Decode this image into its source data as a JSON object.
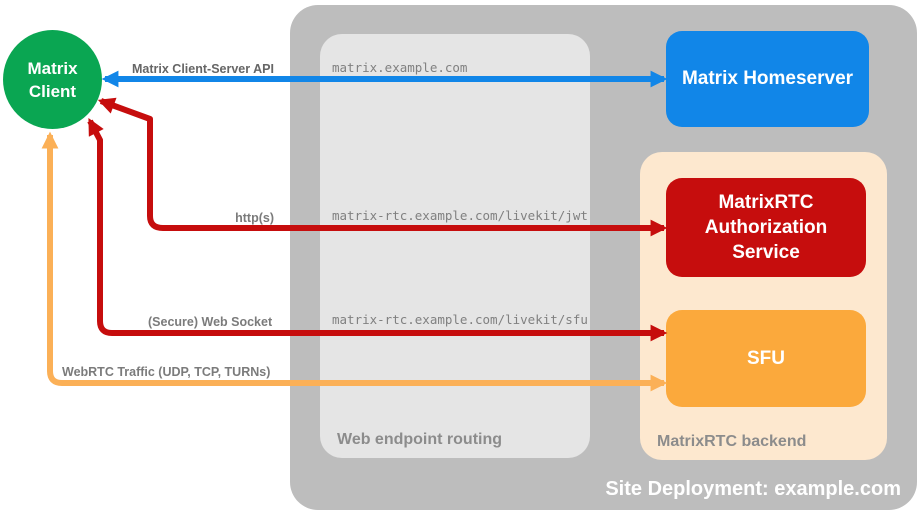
{
  "diagram": {
    "client": {
      "line1": "Matrix",
      "line2": "Client"
    },
    "nodes": {
      "homeserver": "Matrix Homeserver",
      "auth_service": "MatrixRTC Authorization Service",
      "sfu": "SFU"
    },
    "containers": {
      "site_deployment": "Site Deployment: example.com",
      "web_endpoint_routing": "Web endpoint routing",
      "matrixrtc_backend": "MatrixRTC backend"
    },
    "endpoints": {
      "homeserver": "matrix.example.com",
      "jwt": "matrix-rtc.example.com/livekit/jwt",
      "sfu": "matrix-rtc.example.com/livekit/sfu"
    },
    "arrows": {
      "client_server_api": "Matrix Client-Server API",
      "https": "http(s)",
      "websocket": "(Secure) Web Socket",
      "webrtc": "WebRTC Traffic (UDP, TCP, TURNs)"
    },
    "colors": {
      "client_green": "#0aa652",
      "homeserver_blue": "#1186e8",
      "auth_red": "#c60d0d",
      "sfu_orange": "#fba93c",
      "webrtc_arrow_orange": "#fbb057",
      "backend_peach": "#fde8cf",
      "site_gray": "#bdbdbd",
      "routing_gray": "#e5e5e5",
      "label_gray": "#808080"
    }
  }
}
